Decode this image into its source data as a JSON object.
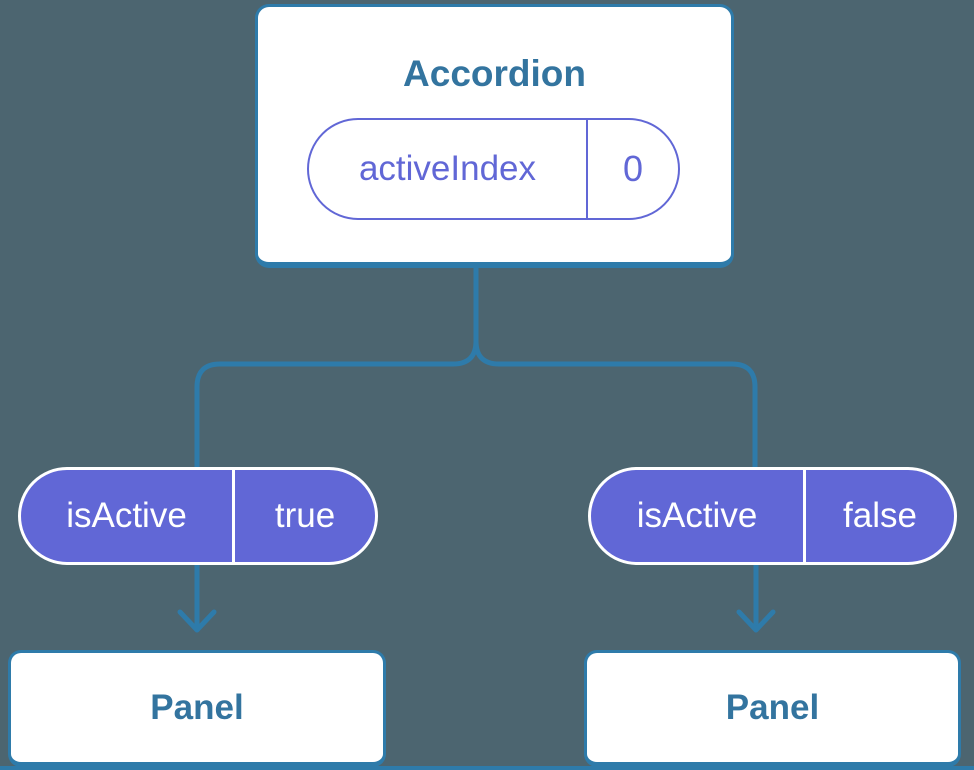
{
  "colors": {
    "background": "#4c6570",
    "connector_blue": "#2e7baa",
    "node_text_blue": "#33749f",
    "accent_purple": "#6167d6",
    "node_background": "#ffffff",
    "pill_text_white": "#ffffff"
  },
  "tree": {
    "root": {
      "label": "Accordion",
      "state": {
        "name": "activeIndex",
        "value": "0"
      }
    },
    "edges": [
      {
        "prop": {
          "name": "isActive",
          "value": "true"
        }
      },
      {
        "prop": {
          "name": "isActive",
          "value": "false"
        }
      }
    ],
    "children": [
      {
        "label": "Panel"
      },
      {
        "label": "Panel"
      }
    ]
  }
}
